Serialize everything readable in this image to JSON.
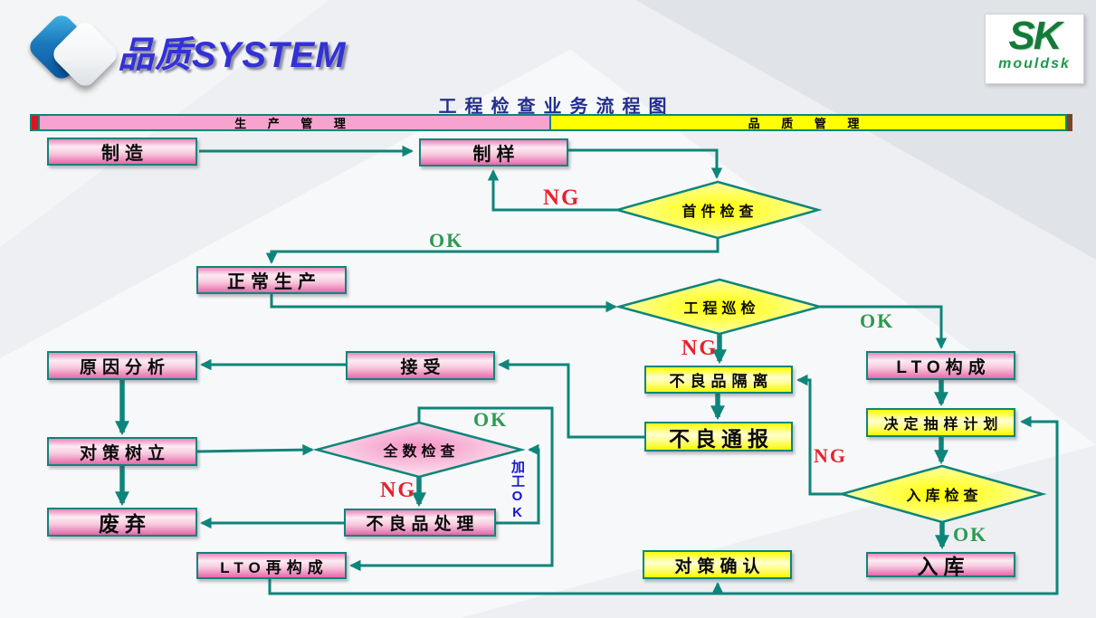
{
  "header": {
    "brand_title": "品质SYSTEM",
    "sk_logo": {
      "main": "SK",
      "sub": "mouldsk"
    }
  },
  "title": "工程检查业务流程图",
  "lanes": {
    "production": "生 产 管 理",
    "quality": "品 质 管 理"
  },
  "nodes": {
    "manufacture": {
      "label": "制造"
    },
    "sample": {
      "label": "制样"
    },
    "first_article_check": {
      "label": "首件检查"
    },
    "normal_production": {
      "label": "正常生产"
    },
    "process_patrol_check": {
      "label": "工程巡检"
    },
    "cause_analysis": {
      "label": "原因分析"
    },
    "accept": {
      "label": "接受"
    },
    "defective_isolation": {
      "label": "不良品隔离"
    },
    "lto_composition": {
      "label": "LTO构成"
    },
    "defective_notification": {
      "label": "不良通报"
    },
    "sampling_plan_decision": {
      "label": "决定抽样计划"
    },
    "countermeasure_establish": {
      "label": "对策树立"
    },
    "full_inspection": {
      "label": "全数检查"
    },
    "incoming_check": {
      "label": "入库检查"
    },
    "discard": {
      "label": "废弃"
    },
    "defective_handling": {
      "label": "不良品处理"
    },
    "lto_recomposition": {
      "label": "LTO再构成"
    },
    "countermeasure_confirm": {
      "label": "对策确认"
    },
    "warehouse_in": {
      "label": "入库"
    }
  },
  "edge_labels": {
    "ng_first": "NG",
    "ok_first": "OK",
    "ng_patrol": "NG",
    "ok_patrol": "OK",
    "ok_full": "OK",
    "ng_full": "NG",
    "processing_ok": "加工OK",
    "ng_incoming": "NG",
    "ok_incoming": "OK"
  },
  "colors": {
    "line_teal": "#0E857A",
    "ng_red": "#E8212D",
    "ok_green": "#2E9952",
    "processing_blue": "#1616CE",
    "lane_pink": "#F7A3CF",
    "lane_yellow": "#FFFF00",
    "lane_red_cap": "#E3111D",
    "title_navy": "#232E8F",
    "brand_blue": "#3331D6",
    "logo_green": "#157A38",
    "box_pink": "#E768AB",
    "box_yellow": "#FDFD00"
  }
}
